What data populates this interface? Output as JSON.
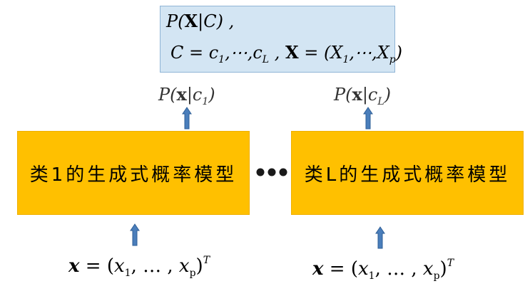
{
  "top_box": {
    "line1": "P(X|C) ,",
    "line2": "C = c1,⋯,cL , X = (X1,⋯,Xp)"
  },
  "left": {
    "prob_label": "P(x|c1)",
    "model_label": "类1的生成式概率模型",
    "input_label": "x = (x1, … , xp)T"
  },
  "right": {
    "prob_label": "P(x|cL)",
    "model_label": "类L的生成式概率模型",
    "input_label": "x = (x1, … , xp)T"
  },
  "ellipsis": "•••",
  "colors": {
    "top_box_fill": "#d3e5f3",
    "model_fill": "#ffc000",
    "arrow_fill": "#4a7ebb",
    "arrow_stroke": "#2f5f97"
  }
}
